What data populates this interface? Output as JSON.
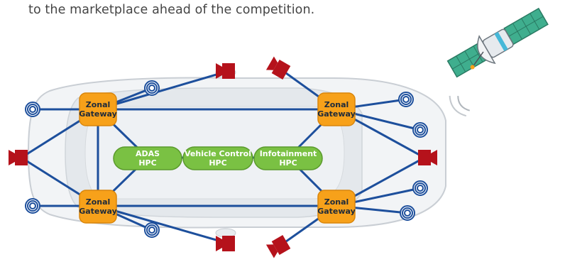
{
  "intro_text": "to the marketplace ahead of the competition.",
  "gateways": [
    {
      "line1": "Zonal",
      "line2": "Gateway"
    },
    {
      "line1": "Zonal",
      "line2": "Gateway"
    },
    {
      "line1": "Zonal",
      "line2": "Gateway"
    },
    {
      "line1": "Zonal",
      "line2": "Gateway"
    }
  ],
  "hpcs": [
    {
      "line1": "ADAS",
      "line2": "HPC"
    },
    {
      "line1": "Vehicle Control",
      "line2": "HPC"
    },
    {
      "line1": "Infotainment",
      "line2": "HPC"
    }
  ],
  "colors": {
    "gateway": "#f7a11a",
    "hpc": "#7ac143",
    "link": "#1d4f9c",
    "camera": "#b5121b",
    "car_body": "#f2f4f6"
  },
  "icons": [
    "satellite-icon",
    "camera-icon",
    "sensor-icon"
  ]
}
